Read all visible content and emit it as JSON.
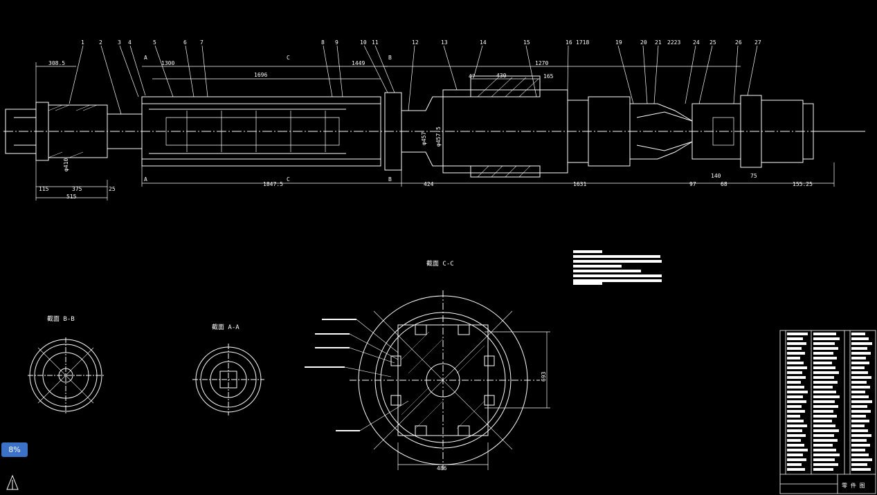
{
  "drawing": {
    "part_numbers": [
      "1",
      "2",
      "3",
      "4",
      "5",
      "6",
      "7",
      "8",
      "9",
      "10",
      "11",
      "12",
      "13",
      "14",
      "15",
      "16",
      "1718",
      "19",
      "20",
      "21",
      "2223",
      "24",
      "25",
      "26",
      "27"
    ],
    "section_markers": [
      "A",
      "A",
      "C",
      "C",
      "B",
      "B"
    ],
    "dimensions": {
      "d3085": "308.5",
      "d1300": "1300",
      "d1696": "1696",
      "d1449": "1449",
      "d1270": "1270",
      "d47": "47",
      "d430": "430",
      "d165": "165",
      "d115": "115",
      "d375": "375",
      "d25": "25",
      "d515": "515",
      "d18475": "1847.5",
      "d424": "424",
      "d1631": "1631",
      "d97": "97",
      "d140": "140",
      "d68": "68",
      "d75": "75",
      "d15525": "155.25",
      "phi410": "φ410",
      "phi457": "φ457",
      "phi4575": "φ457.5"
    },
    "section_titles": {
      "bb": "截面 B-B",
      "aa": "截面 A-A",
      "cc": "截面 C-C"
    },
    "cc_dims": {
      "width": "486",
      "height": "693"
    },
    "title_block": {
      "name": "零 件 图"
    }
  },
  "viewer": {
    "zoom": "8%"
  }
}
